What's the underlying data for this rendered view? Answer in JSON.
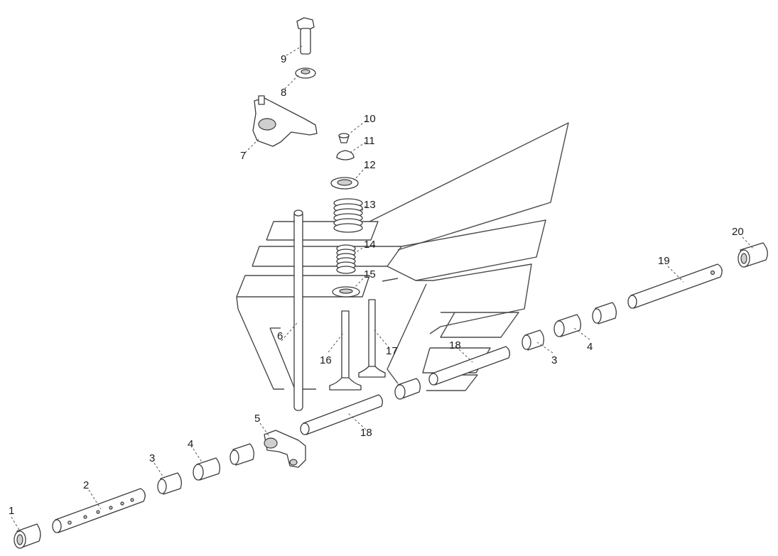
{
  "labels": {
    "l1": "1",
    "l2": "2",
    "l3a": "3",
    "l3b": "3",
    "l4a": "4",
    "l4b": "4",
    "l5": "5",
    "l6": "6",
    "l7": "7",
    "l8": "8",
    "l9": "9",
    "l10": "10",
    "l11": "11",
    "l12": "12",
    "l13": "13",
    "l14": "14",
    "l15": "15",
    "l16": "16",
    "l17": "17",
    "l18a": "18",
    "l18b": "18",
    "l19": "19",
    "l20": "20"
  }
}
